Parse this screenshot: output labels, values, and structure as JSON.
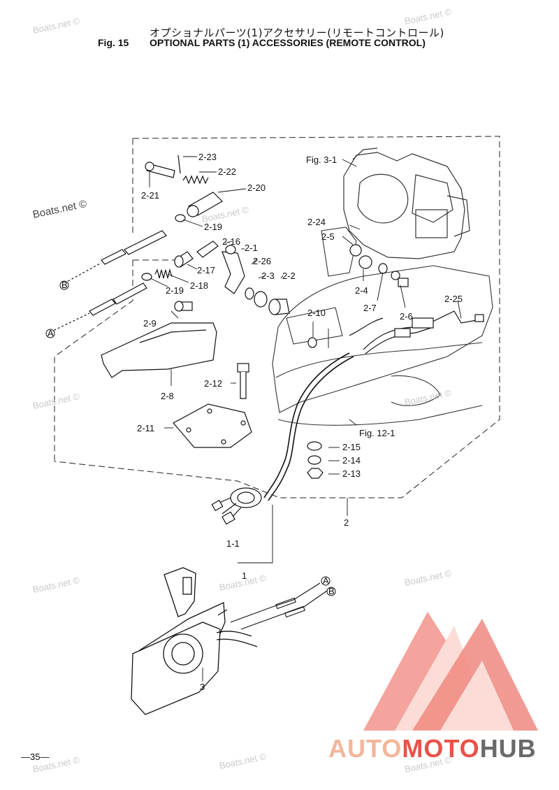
{
  "header": {
    "title_jp": "オプショナルパーツ(1)アクセサリー(リモートコントロール)",
    "fig_label": "Fig. 15",
    "title_en": "OPTIONAL PARTS (1) ACCESSORIES (REMOTE CONTROL)"
  },
  "callouts": {
    "c223": "2-23",
    "c222": "2-22",
    "c221": "2-21",
    "c220": "2-20",
    "c219a": "2-19",
    "c219b": "2-19",
    "c216": "2-16",
    "c21": "2-1",
    "c226": "2-26",
    "c217": "2-17",
    "c218": "2-18",
    "c23": "2-3",
    "c22": "2-2",
    "c29": "2-9",
    "c28": "2-8",
    "c212": "2-12",
    "c211": "2-11",
    "c224": "2-24",
    "c25": "2-5",
    "c24": "2-4",
    "c27": "2-7",
    "c26": "2-6",
    "c210": "2-10",
    "c225": "2-25",
    "c215": "2-15",
    "c214": "2-14",
    "c213": "2-13",
    "c2": "2",
    "c11": "1-1",
    "c1": "1",
    "c3": "3",
    "fig31": "Fig. 3-1",
    "fig121": "Fig. 12-1"
  },
  "markers": {
    "a": "A",
    "b": "B"
  },
  "watermarks": {
    "boats": "Boats.net ©"
  },
  "footer": {
    "page_number": "—35—",
    "logo_part1": "AUTO",
    "logo_part2": "MOTO",
    "logo_part3": "HUB"
  },
  "colors": {
    "logo_light": "#f3b69a",
    "logo_red": "#e9524a",
    "logo_grey": "#6a6a6a"
  }
}
